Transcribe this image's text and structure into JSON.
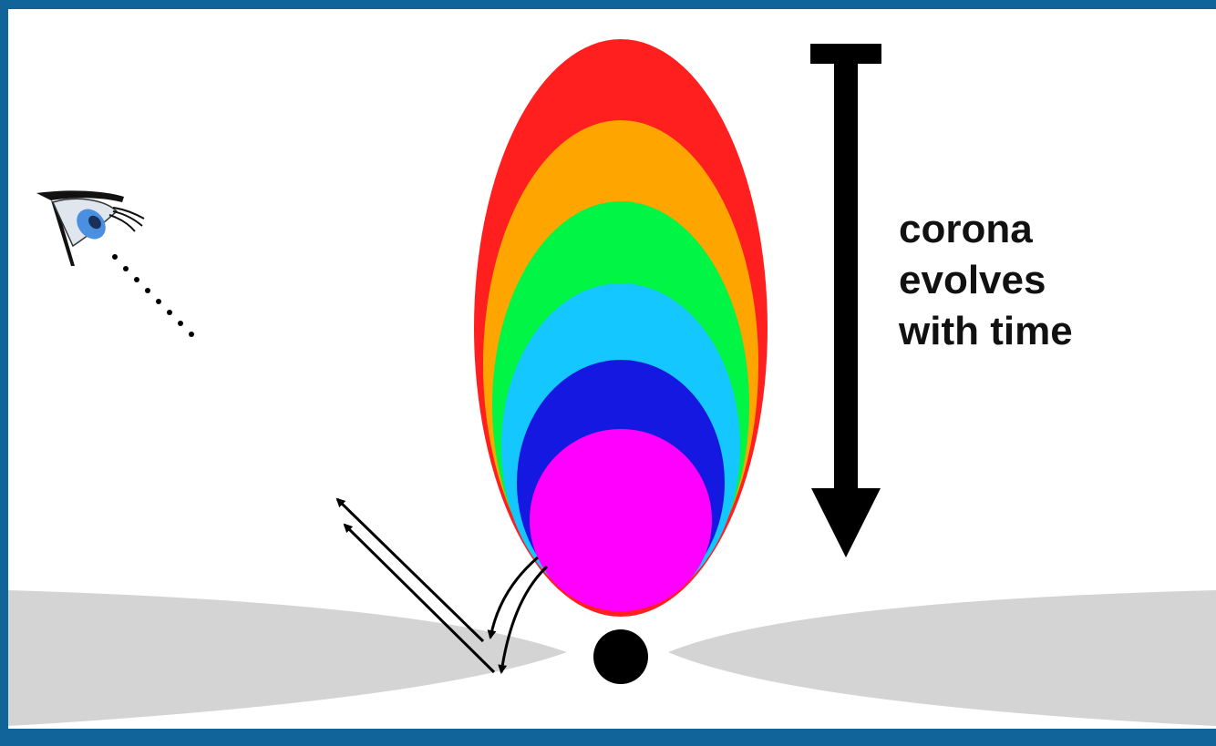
{
  "caption": {
    "lines": [
      "corona",
      "evolves",
      "with time"
    ]
  },
  "colors": {
    "frame": "#10649a",
    "disc": "#d4d4d4",
    "black_hole": "#000000",
    "corona_layers": [
      "#ff1f1f",
      "#ffa500",
      "#00f544",
      "#14c8ff",
      "#1418e0",
      "#ff00ff"
    ]
  },
  "icons": {
    "observer": "eye-icon",
    "time_arrow": "down-arrow-icon"
  }
}
